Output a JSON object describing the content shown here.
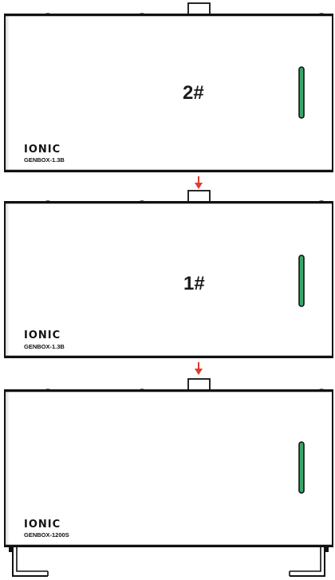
{
  "colors": {
    "outline": "#111111",
    "background": "#ffffff",
    "led_bar": "#3aa66b",
    "arrow": "#e03a2e"
  },
  "units": [
    {
      "number": "2#",
      "brand": "IONIC",
      "model": "GENBOX-1.3B"
    },
    {
      "number": "1#",
      "brand": "IONIC",
      "model": "GENBOX-1.3B"
    },
    {
      "number": "",
      "brand": "IONIC",
      "model": "GENBOX-1200S"
    }
  ],
  "connectors": [
    {
      "icon": "down-arrow-icon"
    },
    {
      "icon": "down-arrow-icon"
    }
  ]
}
